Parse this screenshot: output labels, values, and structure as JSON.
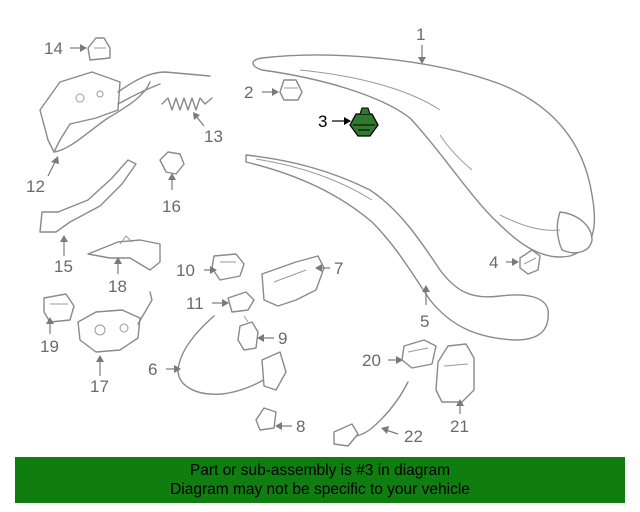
{
  "callouts": {
    "c1": "1",
    "c2": "2",
    "c3": "3",
    "c4": "4",
    "c5": "5",
    "c6": "6",
    "c7": "7",
    "c8": "8",
    "c9": "9",
    "c10": "10",
    "c11": "11",
    "c12": "12",
    "c13": "13",
    "c14": "14",
    "c15": "15",
    "c16": "16",
    "c17": "17",
    "c18": "18",
    "c19": "19",
    "c20": "20",
    "c21": "21",
    "c22": "22"
  },
  "highlight": {
    "part": "3",
    "color": "#2f7a2f"
  },
  "banner": {
    "line1": "Part or sub-assembly is #3 in diagram",
    "line2": "Diagram may not be specific to your vehicle",
    "background": "#0f7d0f"
  }
}
